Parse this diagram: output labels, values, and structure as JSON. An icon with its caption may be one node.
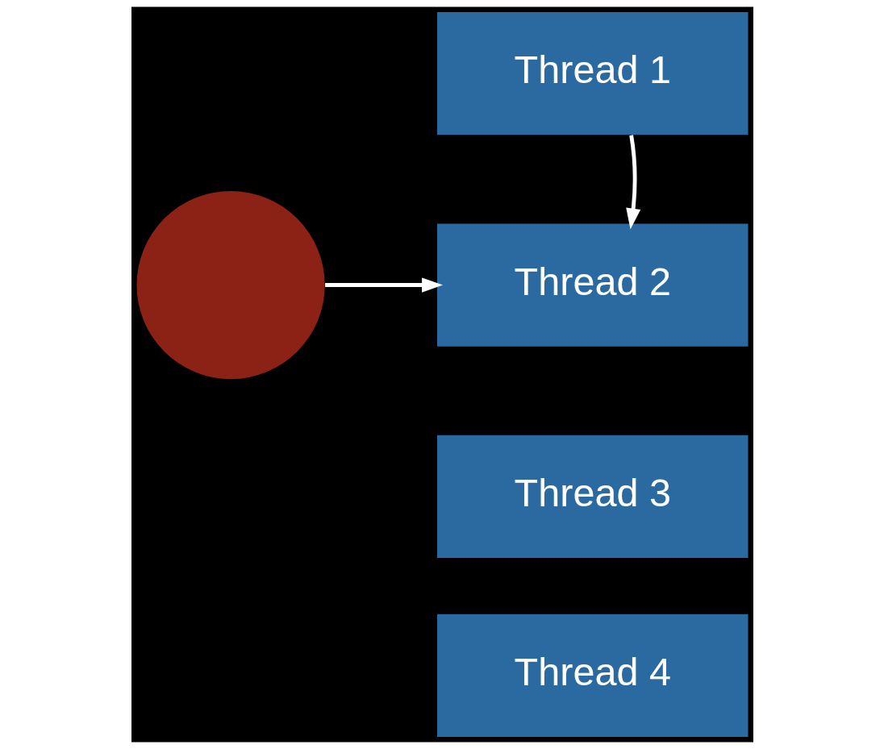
{
  "diagram": {
    "nodes": [
      {
        "text": [
          "Thread 1"
        ]
      },
      {
        "text": [
          "Thread 2"
        ]
      },
      {
        "text": [
          "Thread 3"
        ]
      },
      {
        "text": [
          "Thread 4"
        ]
      },
      {
        "text": [],
        "shape": "circle"
      }
    ],
    "edges": [
      {
        "from": 0,
        "to": 1,
        "arrow": "to"
      },
      {
        "from": 4,
        "to": 1,
        "arrow": "to"
      }
    ]
  }
}
